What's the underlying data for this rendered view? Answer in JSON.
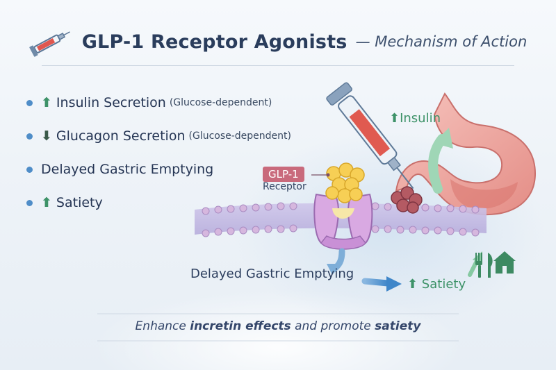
{
  "header": {
    "title": "GLP-1 Receptor Agonists",
    "subtitle": "— Mechanism of Action",
    "icon": "syringe-icon"
  },
  "bullets": [
    {
      "arrow": "⬆",
      "text": "Insulin Secretion",
      "note": "(Glucose-dependent)"
    },
    {
      "arrow": "⬇",
      "text": "Glucagon Secretion",
      "note": "(Glucose-dependent)"
    },
    {
      "arrow": "",
      "text": "Delayed Gastric Emptying",
      "note": ""
    },
    {
      "arrow": "⬆",
      "text": "Satiety",
      "note": ""
    }
  ],
  "diagram": {
    "glp1_label": "GLP-1",
    "receptor_label": "Receptor",
    "insulin_label": "⬆Insulin",
    "gastric_label": "Delayed Gastric Emptying",
    "satiety_label": "⬆ Satiety",
    "icons": [
      "syringe-icon",
      "stomach-icon",
      "receptor-icon",
      "fork-knife-icon",
      "house-icon",
      "arrow-icon"
    ]
  },
  "tagline": {
    "part1": "Enhance ",
    "bold1": "incretin effects",
    "part2": " and promote ",
    "bold2": "satiety"
  },
  "colors": {
    "accent_green": "#3d9268",
    "accent_blue": "#4f8dc8",
    "receptor_purple": "#c9a0d8",
    "glp1_tag": "#c96a7c"
  }
}
